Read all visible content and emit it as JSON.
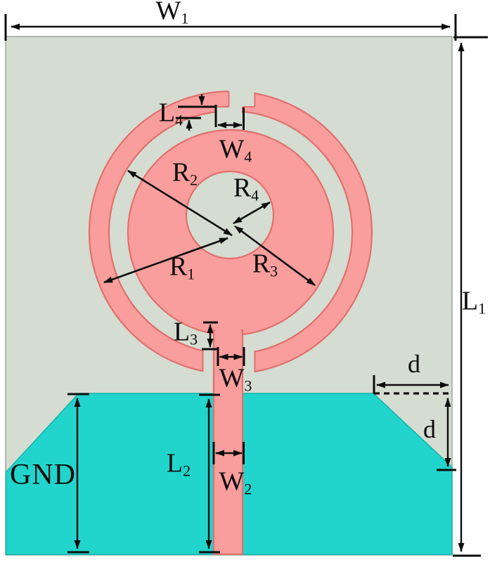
{
  "labels": {
    "w1": {
      "base": "W",
      "sub": "1"
    },
    "l1": {
      "base": "L",
      "sub": "1"
    },
    "l2": {
      "base": "L",
      "sub": "2"
    },
    "w2": {
      "base": "W",
      "sub": "2"
    },
    "l3": {
      "base": "L",
      "sub": "3"
    },
    "w3": {
      "base": "W",
      "sub": "3"
    },
    "l4": {
      "base": "L",
      "sub": "4"
    },
    "w4": {
      "base": "W",
      "sub": "4"
    },
    "r1": {
      "base": "R",
      "sub": "1"
    },
    "r2": {
      "base": "R",
      "sub": "2"
    },
    "r3": {
      "base": "R",
      "sub": "3"
    },
    "r4": {
      "base": "R",
      "sub": "4"
    },
    "gnd": "GND",
    "d_top": "d",
    "d_side": "d"
  },
  "colors": {
    "background": "#ffffff",
    "substrate": "#d5dcd1",
    "substrate_edge": "#98a096",
    "copper_patch": "#f99e9d",
    "copper_edge": "#e1706c",
    "ground": "#21d5cc",
    "ground_edge": "#13b3ab",
    "annotation": "#0d0d0d"
  }
}
